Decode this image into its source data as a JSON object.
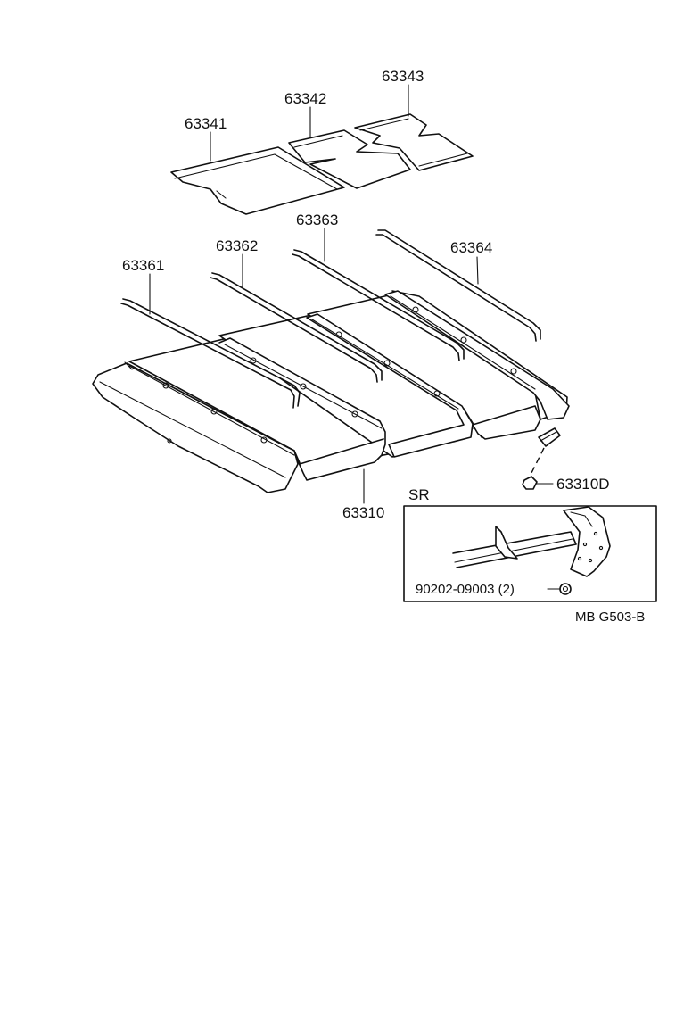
{
  "parts": {
    "p63341": "63341",
    "p63342": "63342",
    "p63343": "63343",
    "p63361": "63361",
    "p63362": "63362",
    "p63363": "63363",
    "p63364": "63364",
    "p63310": "63310",
    "p63310D": "63310D"
  },
  "inset": {
    "title": "SR",
    "fastener": "90202-09003 (2)"
  },
  "figure_code": "MB G503-B"
}
